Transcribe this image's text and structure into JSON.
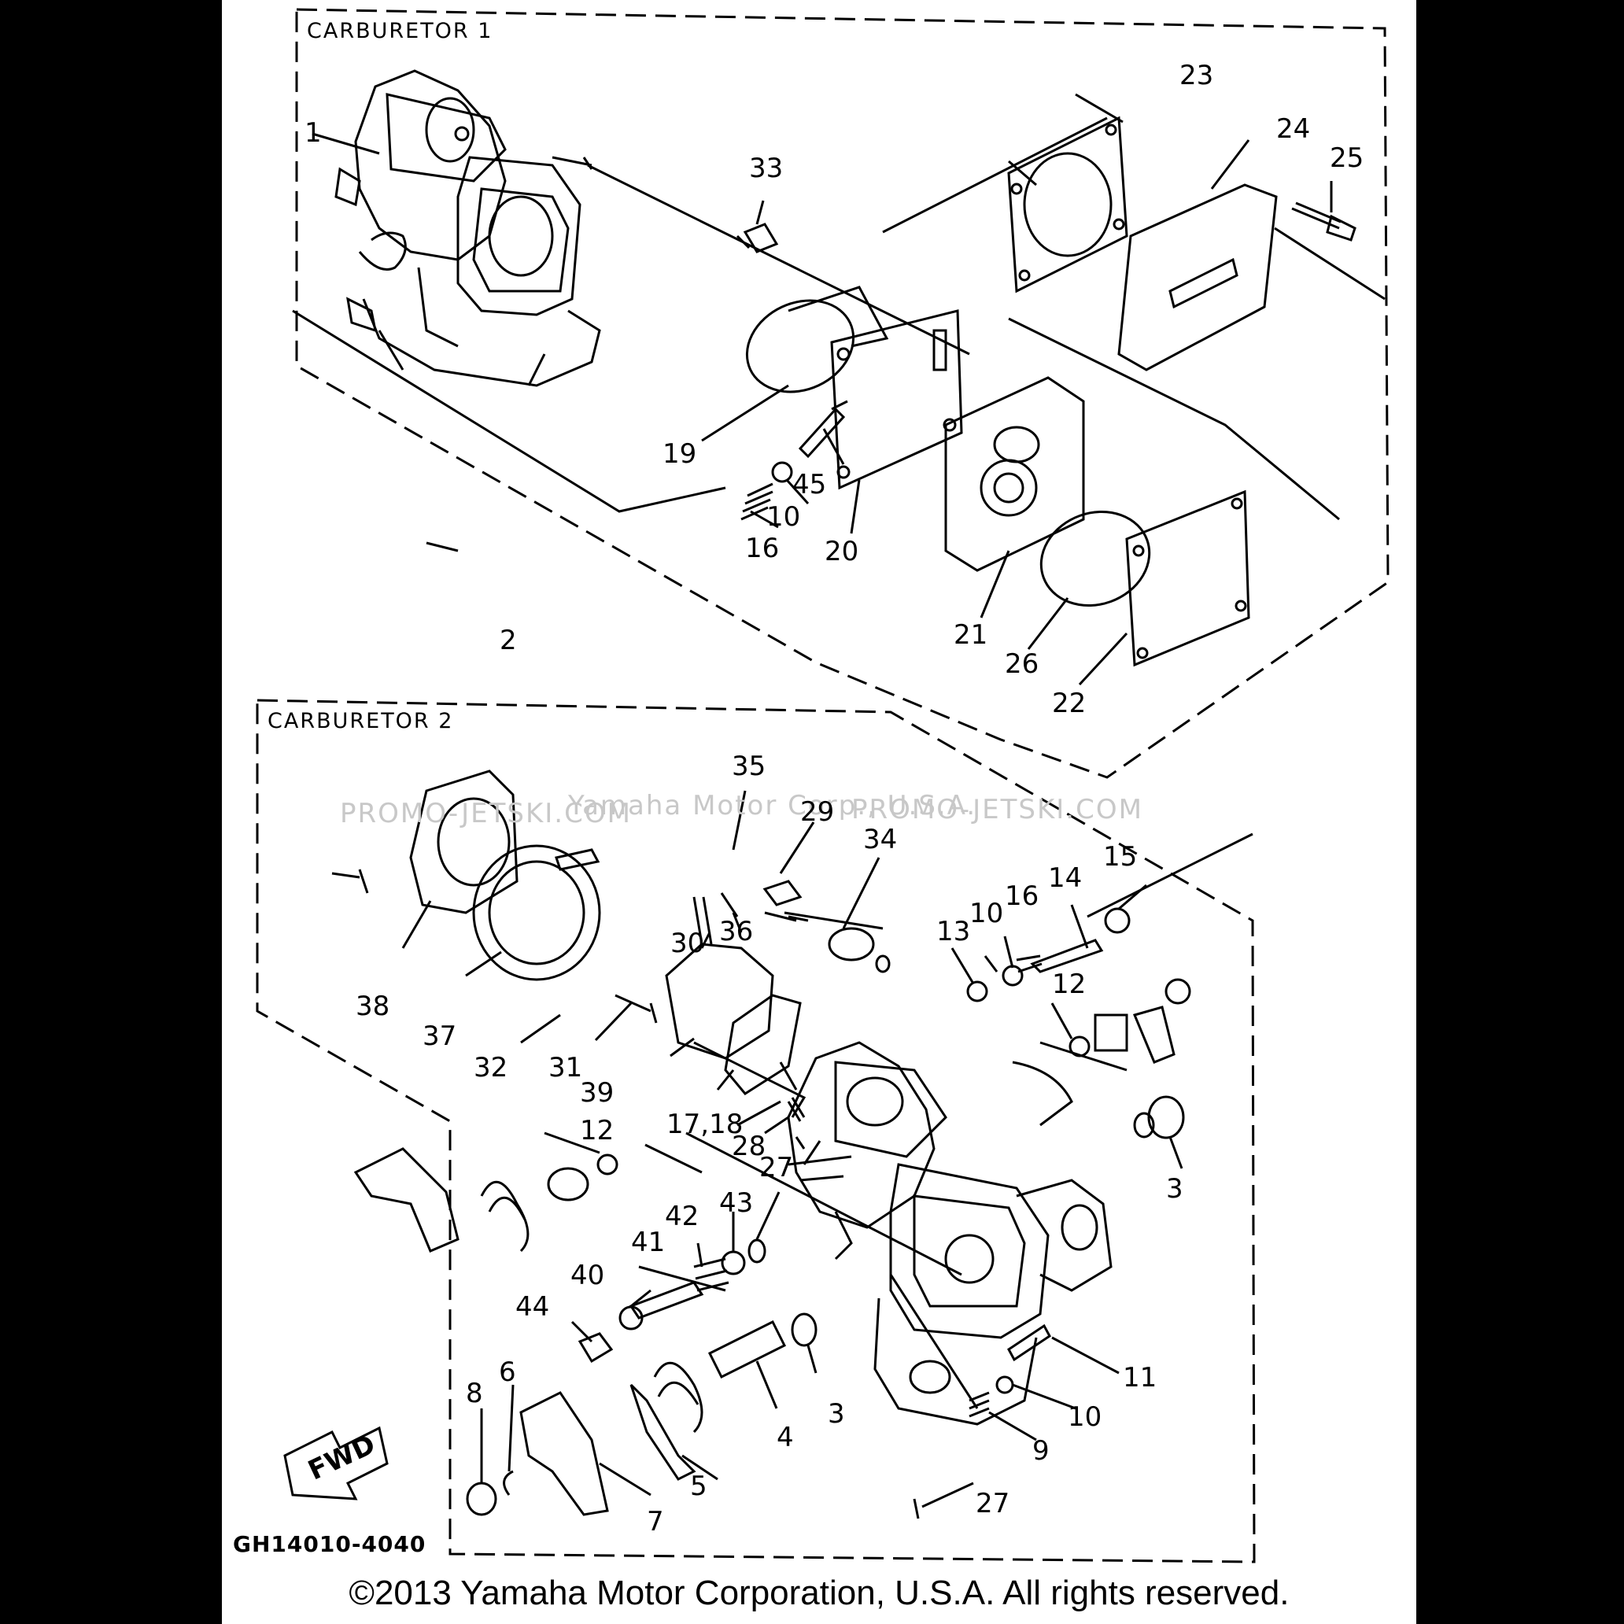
{
  "sections": [
    {
      "id": "carb1",
      "title": "CARBURETOR 1",
      "assembly_number": "1"
    },
    {
      "id": "carb2",
      "title": "CARBURETOR 2",
      "assembly_number": "2"
    }
  ],
  "callouts_carb1": [
    "33",
    "19",
    "45",
    "10",
    "16",
    "20",
    "21",
    "26",
    "22",
    "23",
    "24",
    "25"
  ],
  "callouts_carb2": [
    "35",
    "29",
    "34",
    "30",
    "36",
    "15",
    "14",
    "16",
    "10",
    "13",
    "12",
    "38",
    "37",
    "32",
    "31",
    "39",
    "12",
    "17,18",
    "28",
    "27",
    "3",
    "43",
    "42",
    "41",
    "40",
    "44",
    "3",
    "4",
    "11",
    "10",
    "9",
    "8",
    "6",
    "7",
    "5",
    "27"
  ],
  "diagram_code": "GH14010-4040",
  "direction_label": "FWD",
  "watermark": "PROMO-JETSKI.COM",
  "watermark_center": "Yamaha Motor Corp., U.S.A.",
  "copyright": "©2013 Yamaha Motor Corporation, U.S.A. All rights reserved."
}
